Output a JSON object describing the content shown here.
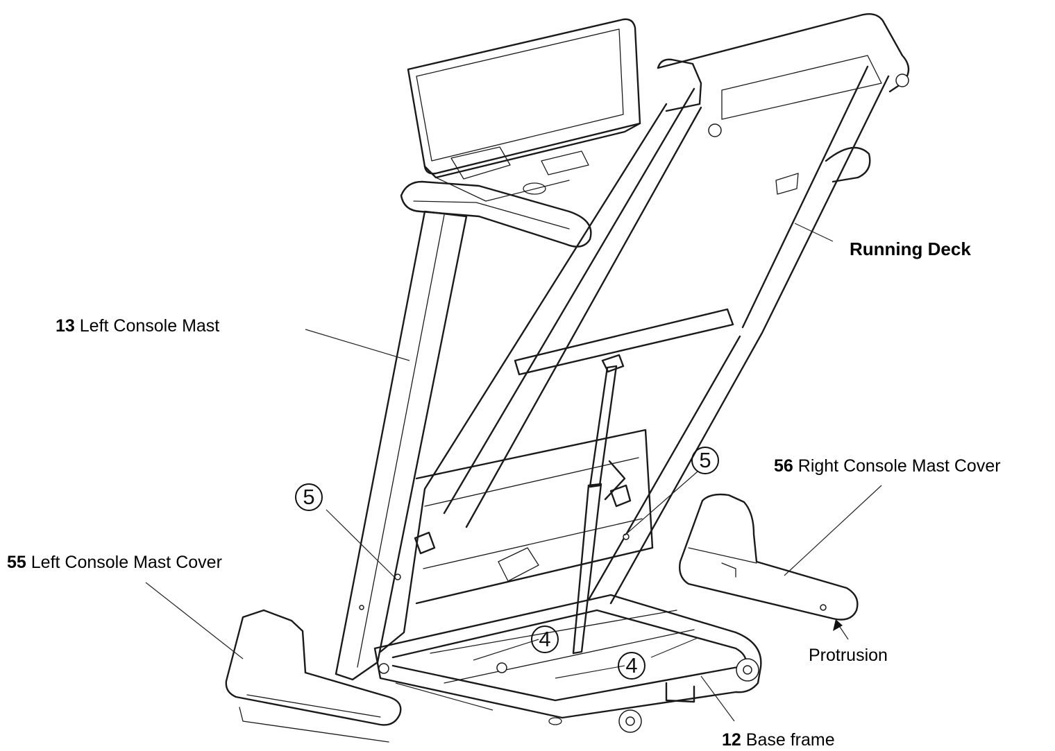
{
  "labels": {
    "running_deck": "Running Deck",
    "left_mast": {
      "num": "13",
      "text": "Left Console Mast"
    },
    "right_cover": {
      "num": "56",
      "text": "Right Console Mast Cover"
    },
    "left_cover": {
      "num": "55",
      "text": "Left Console Mast Cover"
    },
    "protrusion": "Protrusion",
    "base_frame": {
      "num": "12",
      "text": "Base frame"
    }
  },
  "callouts": {
    "bolt_left": "5",
    "bolt_right": "5",
    "screw_upper": "4",
    "screw_lower": "4"
  }
}
